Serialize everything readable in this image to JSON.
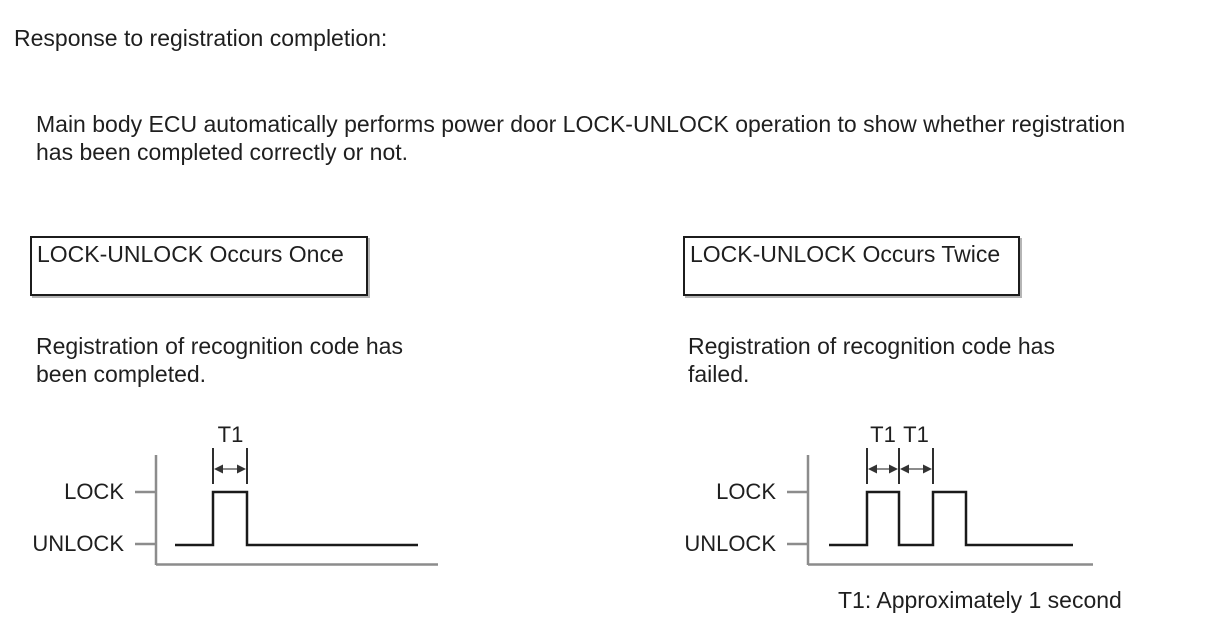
{
  "document": {
    "title": "Response to registration completion:",
    "description": "Main body ECU automatically performs power door LOCK-UNLOCK operation to show whether registration has been completed correctly or not.",
    "note": "T1: Approximately 1 second"
  },
  "left_panel": {
    "box_label": "LOCK-UNLOCK Occurs Once",
    "caption": "Registration of recognition code has been completed.",
    "waveform": {
      "type": "timing-pulse",
      "levels": [
        "LOCK",
        "UNLOCK"
      ],
      "pulse_count": 1,
      "pulse_width_label": "T1"
    }
  },
  "right_panel": {
    "box_label": "LOCK-UNLOCK Occurs Twice",
    "caption": "Registration of recognition code has failed.",
    "waveform": {
      "type": "timing-pulse",
      "levels": [
        "LOCK",
        "UNLOCK"
      ],
      "pulse_count": 2,
      "pulse_width_label": "T1",
      "gap_width_label": "T1"
    }
  },
  "diagram_labels": {
    "t1": "T1",
    "lock": "LOCK",
    "unlock": "UNLOCK"
  },
  "timing": {
    "t1_definition": "T1: Approximately 1 second"
  },
  "colors": {
    "background": "#ffffff",
    "text": "#1f1f1f",
    "waveform": "#1a1a1a",
    "axis": "#8c8c8c",
    "arrow_shaft": "#8c8c8c",
    "arrow_head": "#333333",
    "boundary_line": "#2e2e2e"
  }
}
